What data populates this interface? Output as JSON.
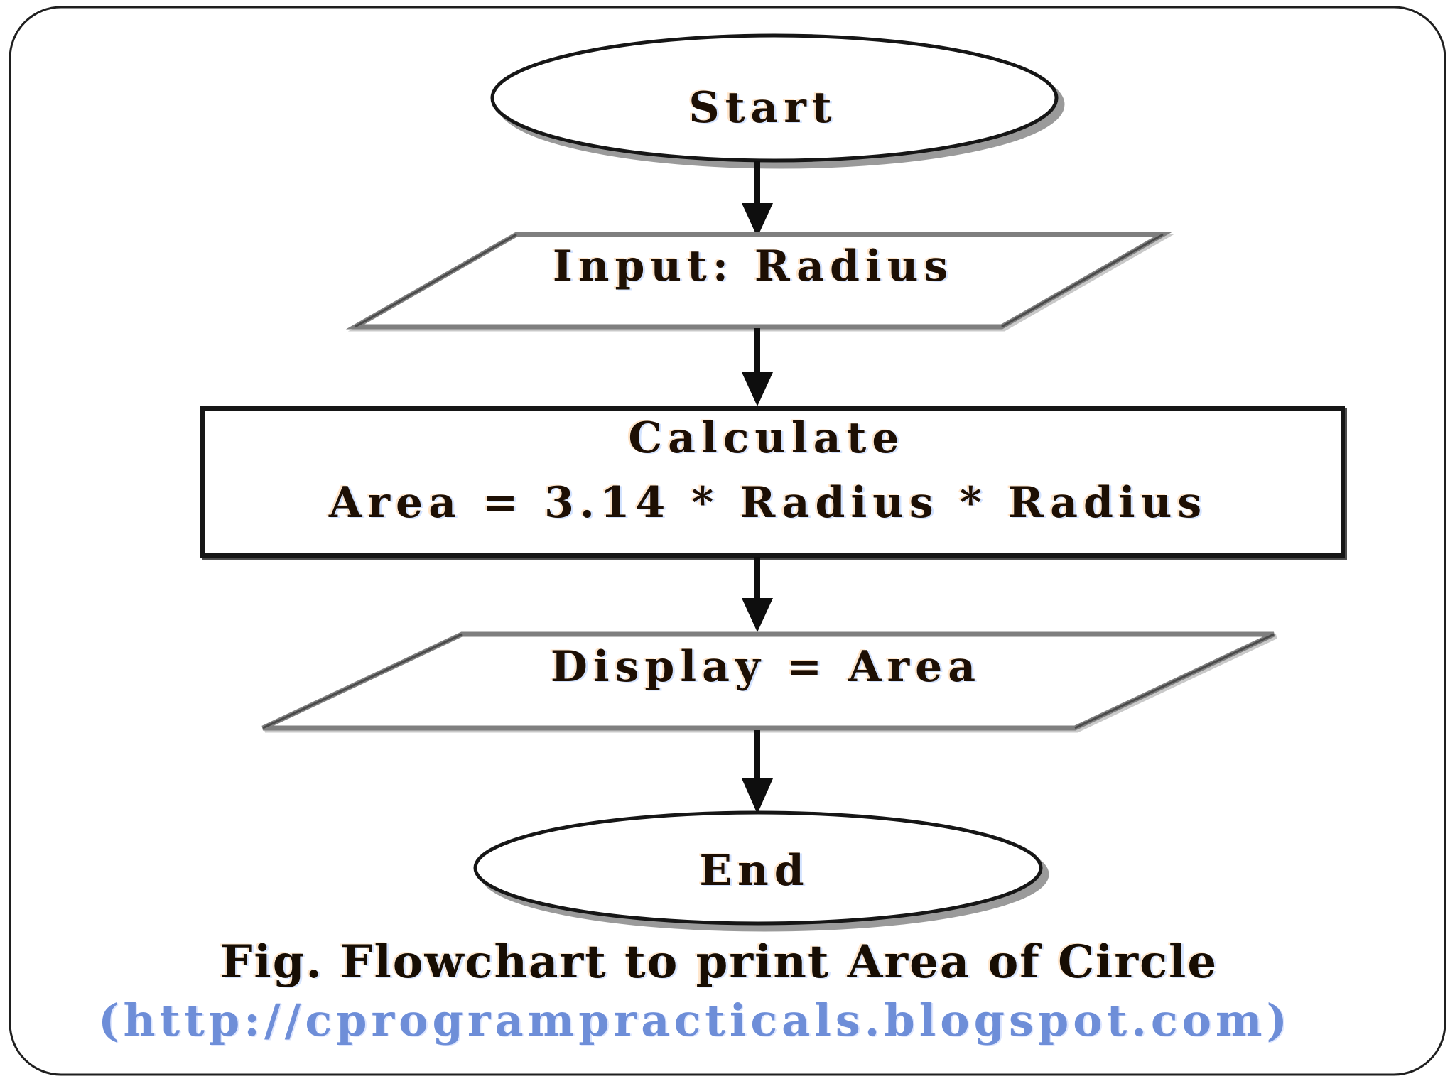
{
  "figure": {
    "caption": "Fig. Flowchart to print Area of Circle",
    "source": "(http://cprogrampracticals.blogspot.com)"
  },
  "flowchart": {
    "title_implied": "Flowchart to print Area of Circle",
    "nodes": [
      {
        "id": "start",
        "shape": "terminator-ellipse",
        "label": "Start"
      },
      {
        "id": "input",
        "shape": "io-parallelogram",
        "label": "Input: Radius"
      },
      {
        "id": "calculate",
        "shape": "process-rectangle",
        "label": "Calculate",
        "formula": "Area = 3.14 * Radius * Radius"
      },
      {
        "id": "display",
        "shape": "io-parallelogram",
        "label": "Display = Area"
      },
      {
        "id": "end",
        "shape": "terminator-ellipse",
        "label": "End"
      }
    ],
    "flow": [
      "start",
      "input",
      "calculate",
      "display",
      "end"
    ]
  },
  "colors": {
    "ink": "#1d0f04",
    "link_blue": "#6e8ed8",
    "shape_gray": "#7f7f7f",
    "shape_black": "#161616",
    "background": "#ffffff"
  }
}
